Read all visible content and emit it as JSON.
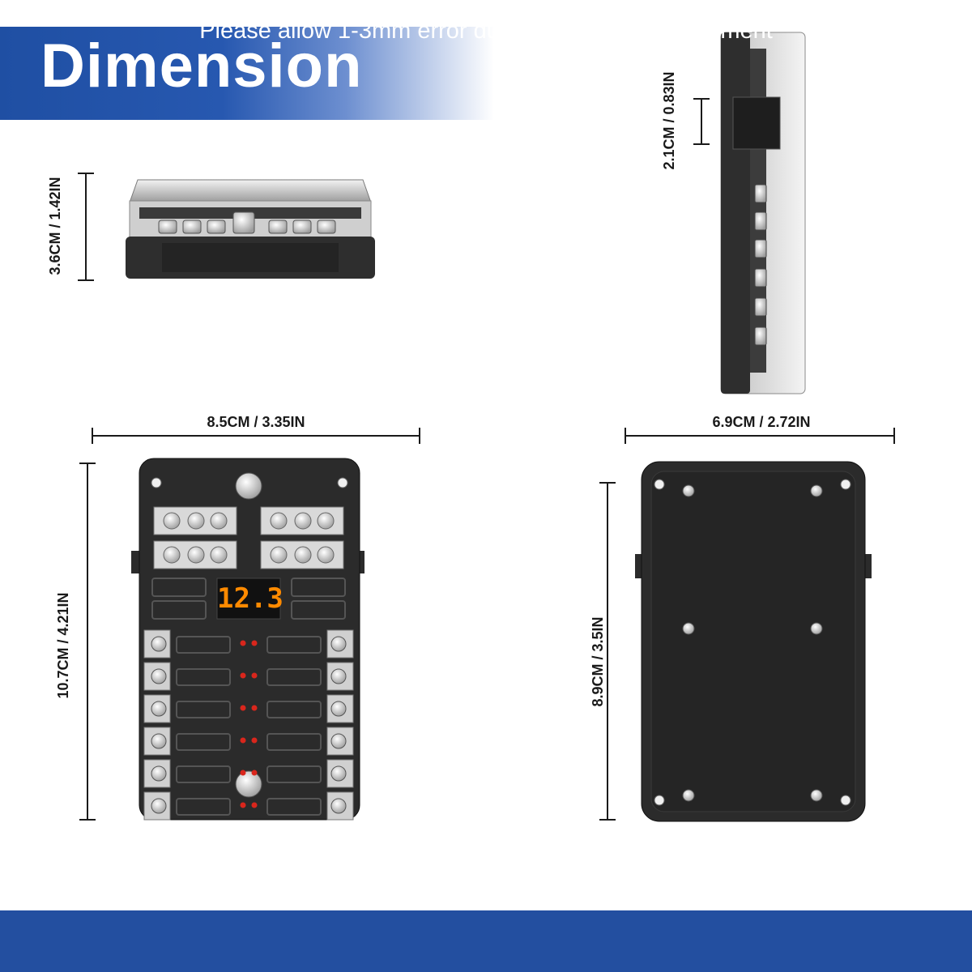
{
  "header": {
    "title": "Dimension"
  },
  "footer": {
    "note": "Please allow 1-3mm error due to manual measurement"
  },
  "dimensions": {
    "height_front": "3.6CM / 1.42IN",
    "side_thickness": "2.1CM / 0.83IN",
    "width_top": "8.5CM / 3.35IN",
    "length_top": "10.7CM / 4.21IN",
    "width_back": "6.9CM / 2.72IN",
    "length_back": "8.9CM / 3.5IN"
  },
  "display": {
    "voltage": "12.3"
  },
  "colors": {
    "header_blue": "#1f4fa3",
    "footer_blue": "#234fa0",
    "housing": "#2b2b2b",
    "display_digits": "#ff8a00",
    "led": "#d9261c"
  }
}
